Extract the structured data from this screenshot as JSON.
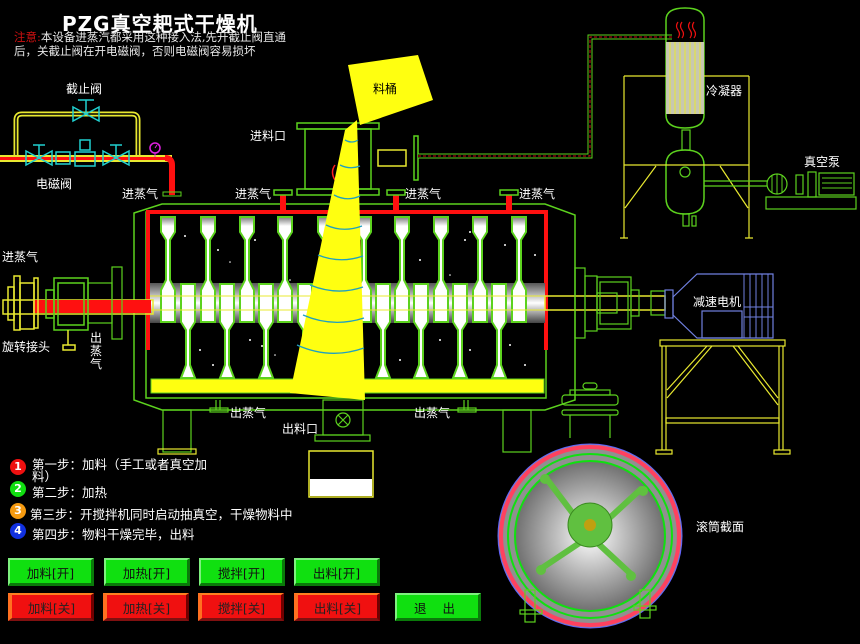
{
  "header": {
    "title": "PZG真空耙式干燥机",
    "notice_prefix": "注意:",
    "notice_text": "本设备进蒸汽都采用这种接入法,先开截止阀直通后，关截止阀在开电磁阀，否则电磁阀容易损坏"
  },
  "labels": {
    "stop_valve": "截止阀",
    "solenoid_valve": "电磁阀",
    "steam_in": "进蒸气",
    "steam_out": "出蒸气",
    "steam_out_vertical": "出蒸气",
    "material_bucket": "料桶",
    "feed_inlet": "进料口",
    "discharge_outlet": "出料口",
    "condenser": "冷凝器",
    "vacuum_pump": "真空泵",
    "rotary_joint": "旋转接头",
    "gear_motor": "减速电机",
    "drum_section": "滚筒截面"
  },
  "steps": [
    {
      "num": "1",
      "color": "#ee1010",
      "text": "第一步：加料（手工或者真空加料）"
    },
    {
      "num": "2",
      "color": "#10dd10",
      "text": "第二步：加热"
    },
    {
      "num": "3",
      "color": "#f59a10",
      "text": "第三步：开搅拌机同时启动抽真空，干燥物料中"
    },
    {
      "num": "4",
      "color": "#1030e0",
      "text": "第四步：物料干燥完毕，出料"
    }
  ],
  "buttons": {
    "on": [
      {
        "id": "feed-on",
        "label": "加料[开]"
      },
      {
        "id": "heat-on",
        "label": "加热[开]"
      },
      {
        "id": "stir-on",
        "label": "搅拌[开]"
      },
      {
        "id": "discharge-on",
        "label": "出料[开]"
      }
    ],
    "off": [
      {
        "id": "feed-off",
        "label": "加料[关]"
      },
      {
        "id": "heat-off",
        "label": "加热[关]"
      },
      {
        "id": "stir-off",
        "label": "搅拌[关]"
      },
      {
        "id": "discharge-off",
        "label": "出料[关]"
      }
    ],
    "exit": "退 出"
  },
  "colors": {
    "outline": "#5cd21e",
    "pipe_yellow": "#e8e830",
    "steam_red": "#ff1010",
    "material_yellow": "#ffff10",
    "valve_cyan": "#20d0d0",
    "motor_blue": "#7080e0",
    "button_on": "#10e010",
    "button_off": "#f01010"
  }
}
